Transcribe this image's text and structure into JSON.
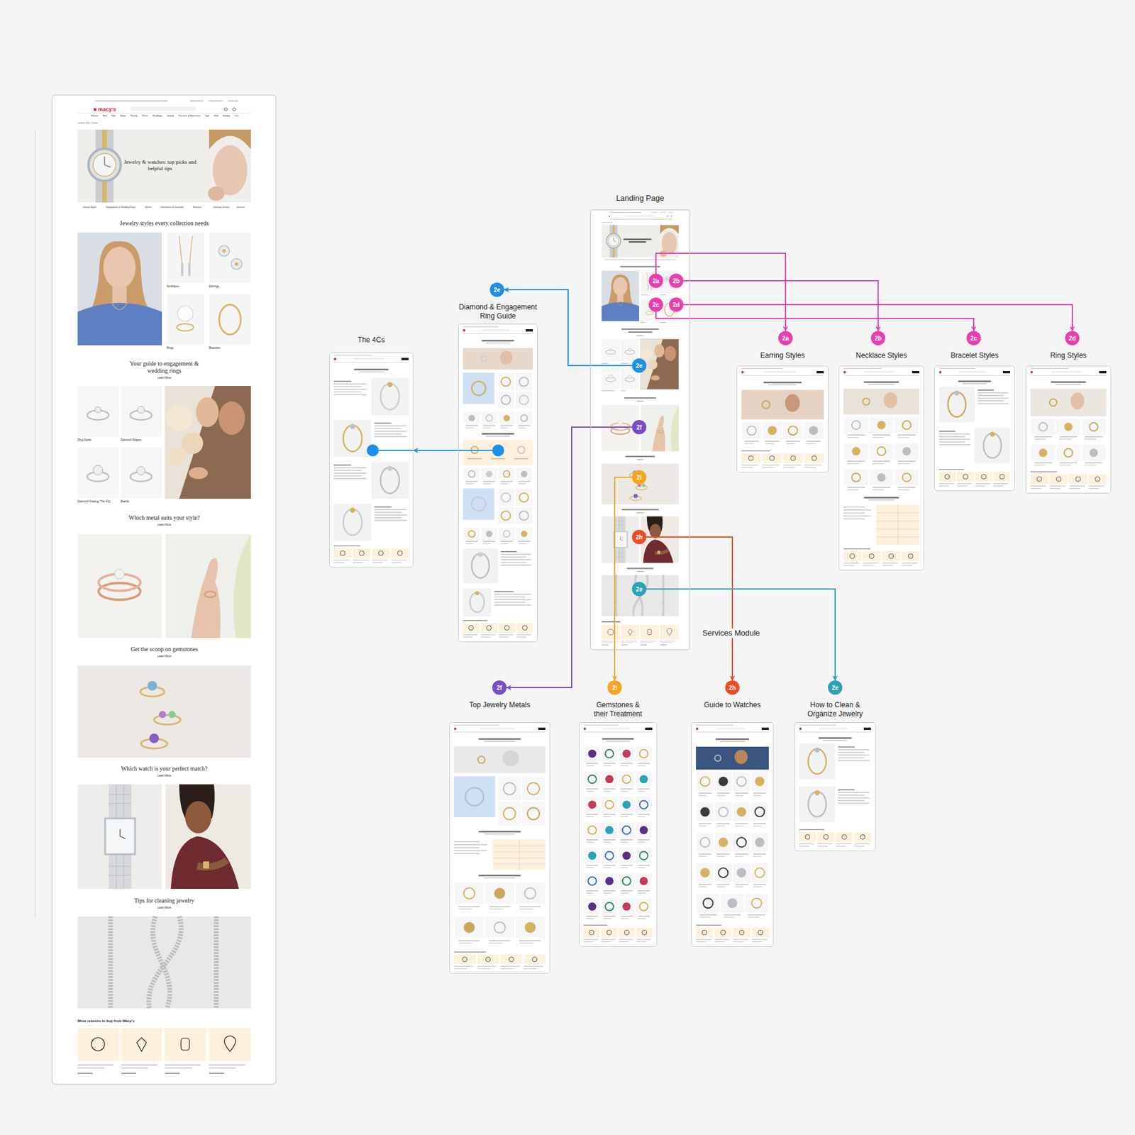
{
  "diagram": {
    "nodes": [
      {
        "text": [
          "Landing Page"
        ]
      },
      {
        "text": [
          "2a"
        ],
        "in": 0
      },
      {
        "text": [
          "2b"
        ],
        "in": 0
      },
      {
        "text": [
          "2c"
        ],
        "in": 0
      },
      {
        "text": [
          "2d"
        ],
        "in": 0
      },
      {
        "text": [
          "2e"
        ],
        "in": 0
      },
      {
        "text": [
          "2f"
        ],
        "in": 0
      },
      {
        "text": [
          "2i"
        ],
        "in": 0
      },
      {
        "text": [
          "2h"
        ],
        "in": 0
      },
      {
        "text": [
          "2e"
        ],
        "in": 0
      },
      {
        "text": [
          "The 4Cs"
        ]
      },
      {
        "text": [
          "2e"
        ]
      },
      {
        "text": [
          "Diamond & Engagement Ring Guide"
        ]
      },
      {
        "text": [
          "2a"
        ]
      },
      {
        "text": [
          "Earring Styles"
        ]
      },
      {
        "text": [
          "2b"
        ]
      },
      {
        "text": [
          "Necklace Styles"
        ]
      },
      {
        "text": [
          "2c"
        ]
      },
      {
        "text": [
          "Bracelet Styles"
        ]
      },
      {
        "text": [
          "2d"
        ]
      },
      {
        "text": [
          "Ring Styles"
        ]
      },
      {
        "text": [
          "2f"
        ]
      },
      {
        "text": [
          "Top Jewelry Metals"
        ]
      },
      {
        "text": [
          "2i"
        ]
      },
      {
        "text": [
          "Gemstones & their Treatment"
        ]
      },
      {
        "text": [
          "2h"
        ]
      },
      {
        "text": [
          "Guide to Watches"
        ]
      },
      {
        "text": [
          "2e"
        ]
      },
      {
        "text": [
          "How to Clean & Organize Jewelry"
        ]
      }
    ],
    "edges": [
      {
        "from": 1,
        "to": 13,
        "arrow": "to"
      },
      {
        "from": 2,
        "to": 15,
        "arrow": "to"
      },
      {
        "from": 3,
        "to": 17,
        "arrow": "to"
      },
      {
        "from": 4,
        "to": 19,
        "arrow": "to"
      },
      {
        "from": 5,
        "to": 11,
        "arrow": "to"
      },
      {
        "from": 12,
        "to": 10,
        "arrow": "to"
      },
      {
        "from": 6,
        "to": 21,
        "arrow": "to"
      },
      {
        "from": 7,
        "to": 23,
        "arrow": "to"
      },
      {
        "from": 8,
        "to": 25,
        "arrow": "to"
      },
      {
        "from": 9,
        "to": 27,
        "arrow": "to"
      }
    ],
    "labels": [
      "Jewelry & watches: top picks and helpful tips",
      "macy's",
      "Women",
      "Men",
      "Kids",
      "Home",
      "Beauty",
      "Shoes",
      "Handbags",
      "Jewelry",
      "Furniture & Mattresses",
      "Toys",
      "Gifts",
      "Holiday",
      "Sale",
      "Jewelry Style Guides",
      "Jewelry Styles",
      "Engagement & Wedding Rings",
      "Metals",
      "Gemstones & Diamonds",
      "Watches",
      "Cleaning Jewelry",
      "Services",
      "Jewelry styles every collection needs",
      "Necklaces",
      "Earrings",
      "Rings",
      "Bracelets",
      "Your guide to engagement & wedding rings",
      "Learn More",
      "Ring Styles",
      "Diamond Shapes",
      "Diamond Grading: The 4Cs",
      "Brands",
      "Which metal suits your style?",
      "Learn More",
      "Get the scoop on gemstones",
      "Learn More",
      "Which watch is your perfect match?",
      "Learn More",
      "Tips for cleaning jewelry",
      "Learn More",
      "More reasons to buy from Macy's",
      "Services Module"
    ]
  }
}
